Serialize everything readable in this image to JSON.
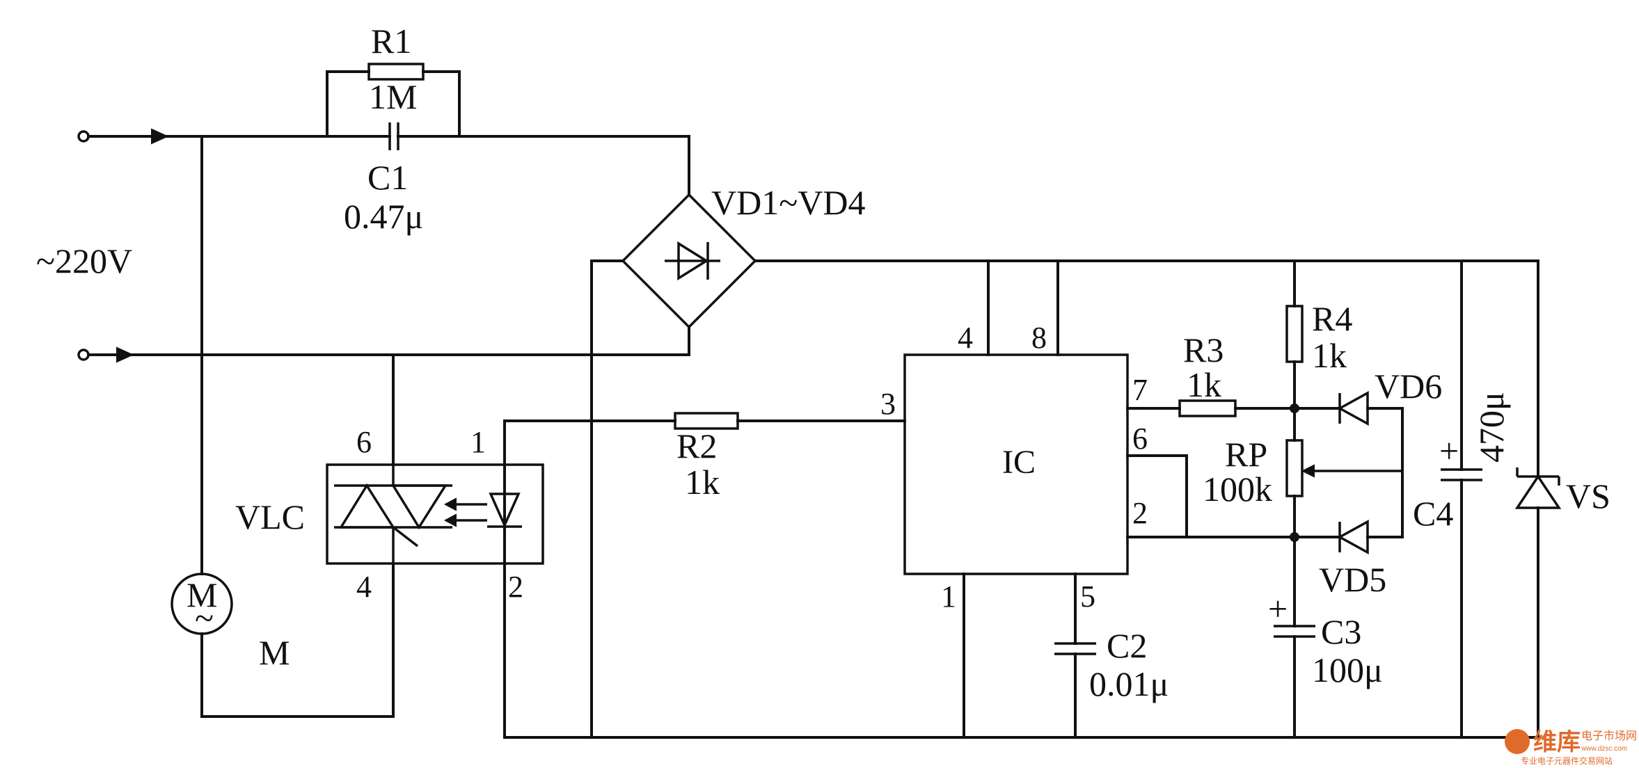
{
  "supply": {
    "label": "~220V"
  },
  "r1": {
    "name": "R1",
    "value": "1M"
  },
  "c1": {
    "name": "C1",
    "value": "0.47μ"
  },
  "bridge": {
    "name": "VD1~VD4"
  },
  "vlc": {
    "name": "VLC",
    "pins": [
      "6",
      "1",
      "4",
      "2"
    ]
  },
  "motor": {
    "name": "M",
    "symbol": "M",
    "tilde": "~"
  },
  "r2": {
    "name": "R2",
    "value": "1k"
  },
  "ic": {
    "name": "IC",
    "pins": {
      "p1": "1",
      "p2": "2",
      "p3": "3",
      "p4": "4",
      "p5": "5",
      "p6": "6",
      "p7": "7",
      "p8": "8"
    }
  },
  "r3": {
    "name": "R3",
    "value": "1k"
  },
  "r4": {
    "name": "R4",
    "value": "1k"
  },
  "rp": {
    "name": "RP",
    "value": "100k"
  },
  "vd5": {
    "name": "VD5"
  },
  "vd6": {
    "name": "VD6"
  },
  "c2": {
    "name": "C2",
    "value": "0.01μ"
  },
  "c3": {
    "name": "C3",
    "value": "100μ",
    "polarity": "+"
  },
  "c4": {
    "name": "C4",
    "value": "470μ",
    "polarity": "+"
  },
  "vs": {
    "name": "VS"
  },
  "watermark": {
    "brand": "维库",
    "site": "电子市场网",
    "url": "www.dzsc.com",
    "tagline": "专业电子元器件交易网站",
    "accent": "#e06a2a"
  }
}
